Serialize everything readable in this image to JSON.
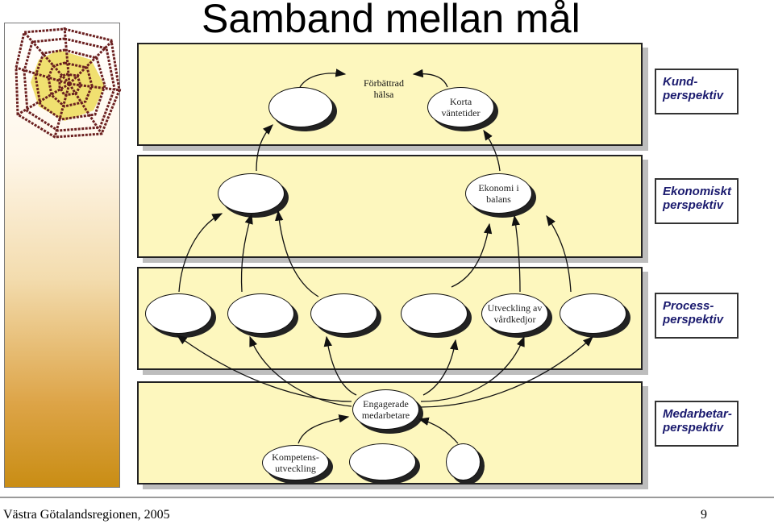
{
  "title": "Samband mellan mål",
  "perspectives": {
    "kund": "Kund-\nperspektiv",
    "ekonomi": "Ekonomiskt\nperspektiv",
    "process": "Process-\nperspektiv",
    "medarbetare": "Medarbetar-\nperspektiv"
  },
  "goals": {
    "forbattrad_halsa": "Förbättrad\nhälsa",
    "korta_vantetider": "Korta\nväntetider",
    "ekonomi_i_balans": "Ekonomi i\nbalans",
    "utveckling_vardkedjor": "Utveckling av\nvårdkedjor",
    "engagerade_medarbetare": "Engagerade\nmedarbetare",
    "kompetensutveckling": "Kompetens-\nutveckling"
  },
  "footer": {
    "organization": "Västra Götalandsregionen, 2005",
    "page_number": "9"
  },
  "colors": {
    "band_fill": "#fdf7be",
    "perspective_text": "#1a1a6e",
    "sidebar_bottom": "#c98d14",
    "spiderweb": "#6b2020",
    "web_fill": "#f0e070"
  }
}
